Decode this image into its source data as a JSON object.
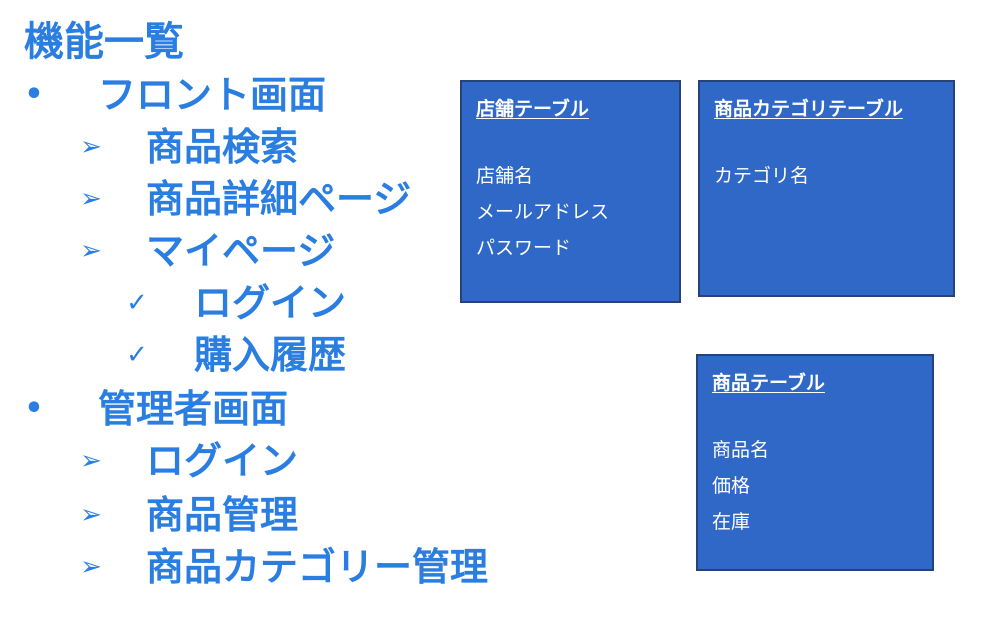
{
  "outline": {
    "title": "機能一覧",
    "items": [
      {
        "level": 1,
        "bullet": "•",
        "text": "フロント画面"
      },
      {
        "level": 2,
        "bullet": "➢",
        "text": "商品検索"
      },
      {
        "level": 2,
        "bullet": "➢",
        "text": "商品詳細ページ"
      },
      {
        "level": 2,
        "bullet": "➢",
        "text": "マイページ"
      },
      {
        "level": 3,
        "bullet": "✓",
        "text": "ログイン"
      },
      {
        "level": 3,
        "bullet": "✓",
        "text": "購入履歴"
      },
      {
        "level": 1,
        "bullet": "•",
        "text": "管理者画面"
      },
      {
        "level": 2,
        "bullet": "➢",
        "text": "ログイン"
      },
      {
        "level": 2,
        "bullet": "➢",
        "text": "商品管理"
      },
      {
        "level": 2,
        "bullet": "➢",
        "text": "商品カテゴリー管理"
      }
    ]
  },
  "tables": [
    {
      "title": "店舗テーブル",
      "fields": [
        "店舗名",
        "メールアドレス",
        "パスワード"
      ]
    },
    {
      "title": "商品カテゴリテーブル",
      "fields": [
        "カテゴリ名"
      ]
    },
    {
      "title": "商品テーブル",
      "fields": [
        "商品名",
        "価格",
        "在庫"
      ]
    }
  ],
  "colors": {
    "outline_text": "#2a7de1",
    "box_fill": "#3068c8",
    "box_border": "#23437a",
    "box_text": "#ffffff"
  }
}
